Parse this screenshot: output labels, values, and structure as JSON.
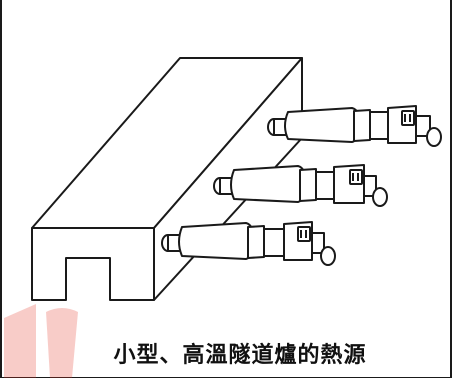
{
  "caption": "小型、高溫隧道爐的熱源",
  "colors": {
    "line": "#1a1a1a",
    "heater_fill": "#ffffff",
    "watermark": "#e6392a"
  },
  "figure": {
    "furnace": "tunnel-furnace",
    "heater_count": 3,
    "heater_icon": "cartridge-heater"
  }
}
